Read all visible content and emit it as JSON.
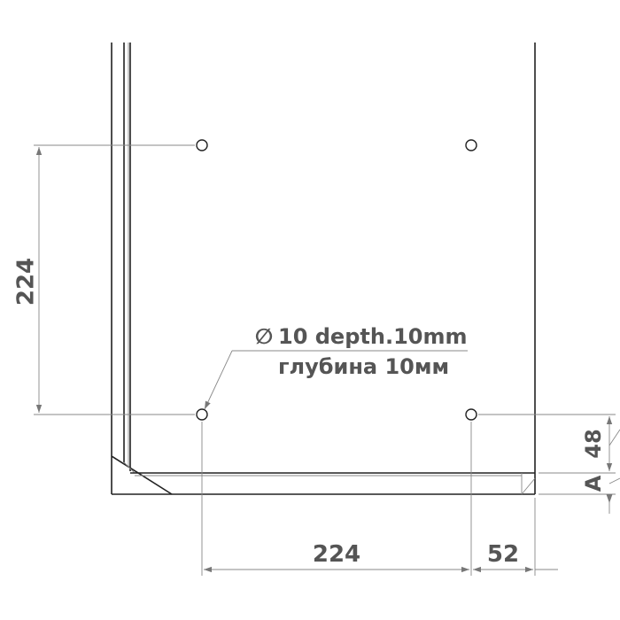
{
  "dimensions": {
    "vertical_hole_spacing": "224",
    "horizontal_hole_spacing": "224",
    "edge_offset": "52",
    "hole_height": "48",
    "panel_thickness": "A"
  },
  "callout": {
    "diameter_symbol": "∅",
    "line_en": "10 depth.10mm",
    "line_ru": "глубина 10мм"
  },
  "colors": {
    "outline": "#222222",
    "dimension": "#888888",
    "text": "#555555"
  }
}
